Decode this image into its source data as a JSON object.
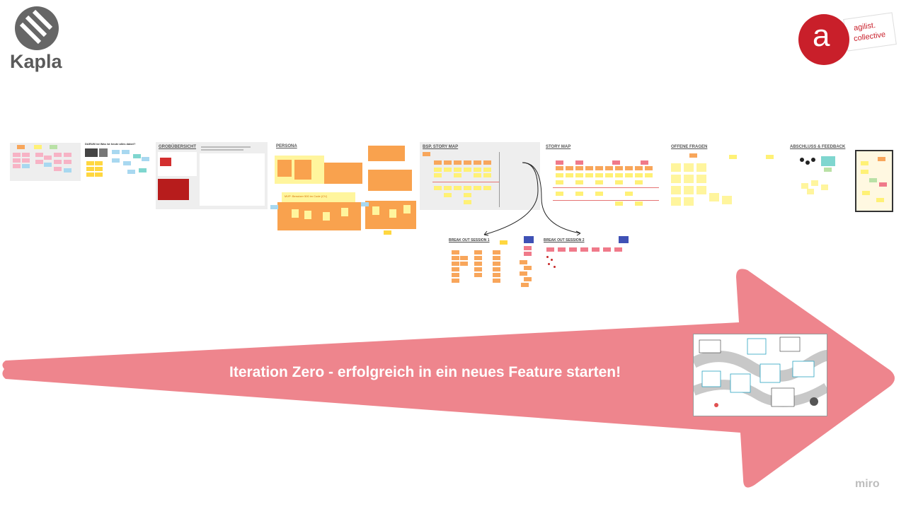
{
  "logos": {
    "left_text": "Kapla",
    "right_letter": "a",
    "right_text_line1": "agilist.",
    "right_text_line2": "collective"
  },
  "board": {
    "frames": [
      {
        "title": ""
      },
      {
        "title": "DARUM ist Was ist heute alles dabei?"
      },
      {
        "title": "GROBÜBERSICHT"
      },
      {
        "title": "PERSONA"
      },
      {
        "title": "BSP. STORY MAP"
      },
      {
        "title": "STORY MAP"
      },
      {
        "title": "OFFENE FRAGEN"
      },
      {
        "title": "ABSCHLUSS & FEEDBACK"
      }
    ],
    "breakouts": [
      "BREAK OUT SESSION 1",
      "BREAK OUT SESSION 2"
    ],
    "persona_banner": "MVP: Benutzer 500 im Code (CV)"
  },
  "arrow": {
    "headline": "Iteration Zero - erfolgreich in ein neues Feature starten!",
    "color": "#ee858d"
  },
  "watermark": "miro"
}
